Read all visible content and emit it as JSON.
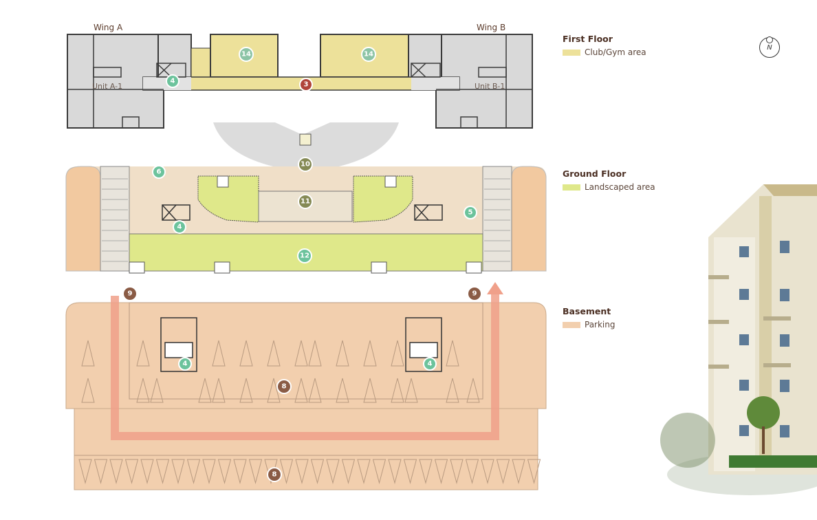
{
  "wings": {
    "a": "Wing A",
    "b": "Wing B"
  },
  "units": {
    "a": "Unit A-1",
    "b": "Unit B-1"
  },
  "compass": "N",
  "legend": [
    {
      "title": "First Floor",
      "label": "Club/Gym area",
      "color": "#ede19a"
    },
    {
      "title": "Ground Floor",
      "label": "Landscaped area",
      "color": "#dfe88a"
    },
    {
      "title": "Basement",
      "label": "Parking",
      "color": "#f2cfae"
    }
  ],
  "markers": {
    "first": [
      "4",
      "3",
      "14",
      "14"
    ],
    "ground": [
      "10",
      "11",
      "6",
      "4",
      "5",
      "12"
    ],
    "basement": [
      "9",
      "9",
      "4",
      "4",
      "8",
      "8"
    ]
  },
  "colors": {
    "green": "#6cc39c",
    "red": "#b0443a",
    "olive": "#858a55",
    "brown": "#8a5b45",
    "wall": "#4a4a4a",
    "gray": "#d9d9d9"
  }
}
